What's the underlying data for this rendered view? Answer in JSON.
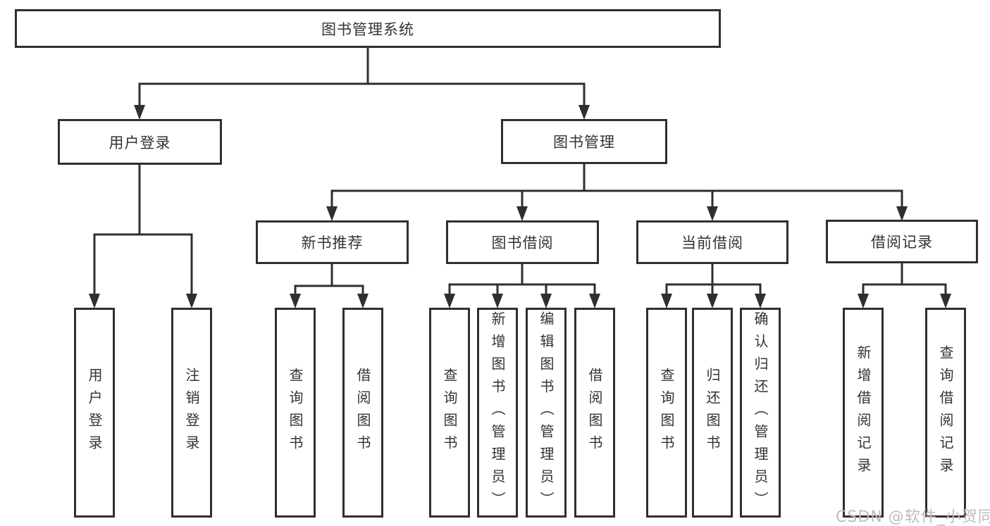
{
  "colors": {
    "line": "#2f2f2f",
    "text": "#333333",
    "nodeBg": "#ffffff",
    "watermark": "#bdbdbd"
  },
  "tree": {
    "label": "图书管理系统",
    "children": [
      {
        "label": "用户登录",
        "children": [
          {
            "label": "用户登录"
          },
          {
            "label": "注销登录"
          }
        ]
      },
      {
        "label": "图书管理",
        "children": [
          {
            "label": "新书推荐",
            "children": [
              {
                "label": "查询图书"
              },
              {
                "label": "借阅图书"
              }
            ]
          },
          {
            "label": "图书借阅",
            "children": [
              {
                "label": "查询图书"
              },
              {
                "label": "新增图书（管理员）"
              },
              {
                "label": "编辑图书（管理员）"
              },
              {
                "label": "借阅图书"
              }
            ]
          },
          {
            "label": "当前借阅",
            "children": [
              {
                "label": "查询图书"
              },
              {
                "label": "归还图书"
              },
              {
                "label": "确认归还（管理员）"
              }
            ]
          },
          {
            "label": "借阅记录",
            "children": [
              {
                "label": "新增借阅记录"
              },
              {
                "label": "查询借阅记录"
              }
            ]
          }
        ]
      }
    ]
  },
  "watermark": "CSDN @软件_小贺同学"
}
